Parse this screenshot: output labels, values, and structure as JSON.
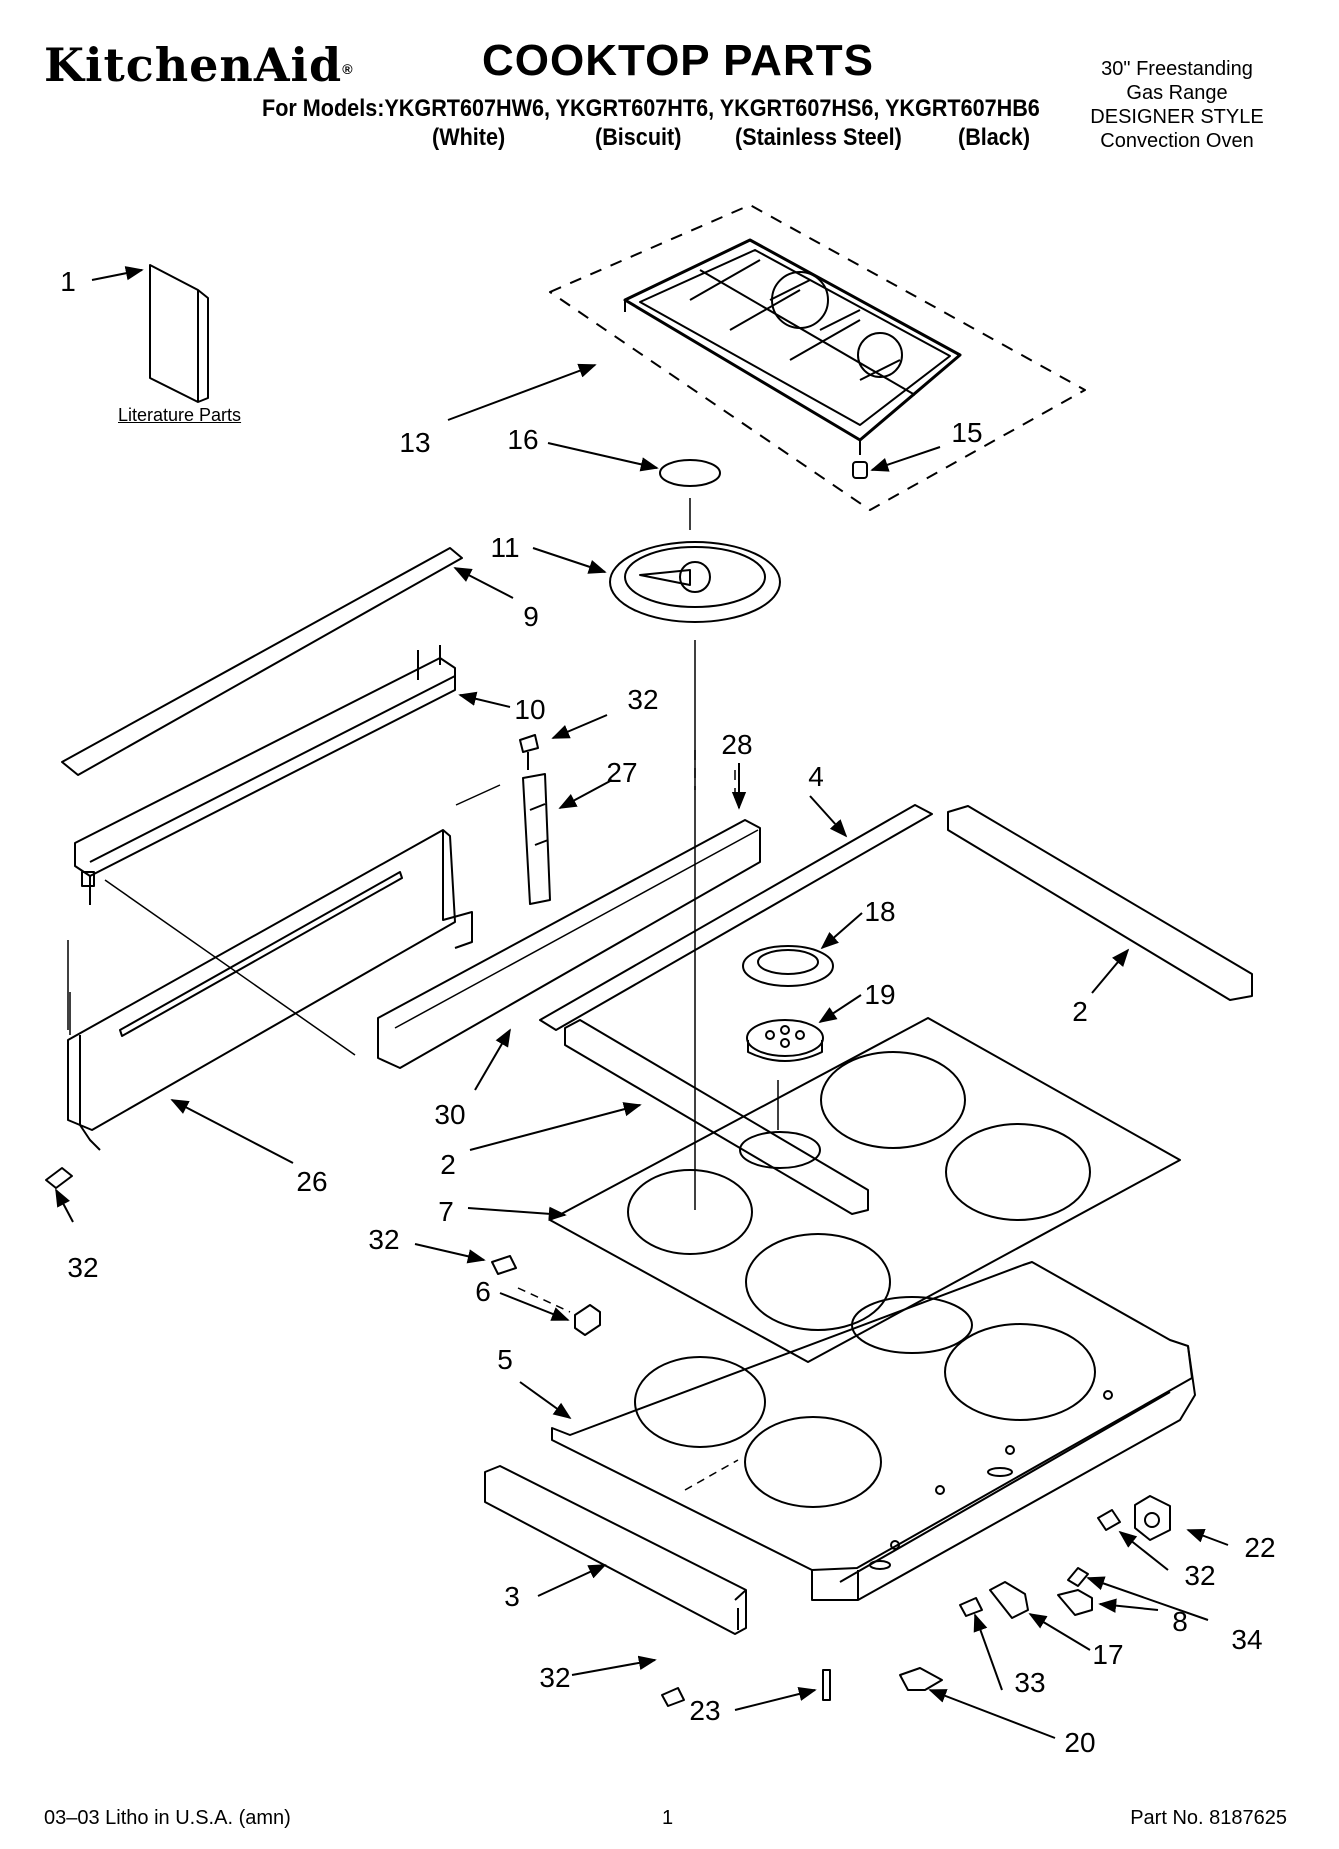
{
  "header": {
    "brand": "KitchenAid",
    "brand_mark": "®",
    "title": "COOKTOP PARTS",
    "models": "For Models:YKGRT607HW6, YKGRT607HT6, YKGRT607HS6, YKGRT607HB6",
    "finishes": [
      "(White)",
      "(Biscuit)",
      "(Stainless Steel)",
      "(Black)"
    ],
    "product_lines": [
      "30\" Freestanding",
      "Gas Range",
      "DESIGNER STYLE",
      "Convection Oven"
    ]
  },
  "literature_label": "Literature Parts",
  "callouts": [
    "1",
    "13",
    "16",
    "15",
    "11",
    "9",
    "10",
    "32",
    "27",
    "28",
    "4",
    "18",
    "19",
    "2",
    "30",
    "2",
    "26",
    "7",
    "32",
    "32",
    "6",
    "5",
    "22",
    "32",
    "34",
    "3",
    "8",
    "17",
    "32",
    "33",
    "23",
    "20"
  ],
  "footer": {
    "litho": "03–03 Litho in U.S.A. (amn)",
    "page": "1",
    "part_no": "Part No. 8187625"
  }
}
